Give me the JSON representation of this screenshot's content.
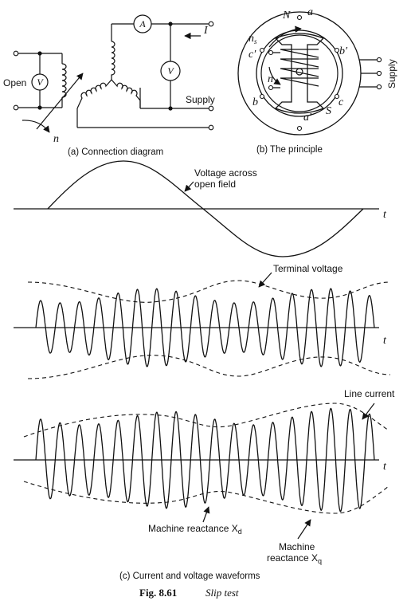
{
  "diagram_a": {
    "open_label": "Open",
    "voltmeter_label": "V",
    "ammeter_label": "A",
    "current_label": "I",
    "supply_label": "Supply",
    "speed_label": "n",
    "caption": "(a) Connection diagram"
  },
  "diagram_b": {
    "north_label": "N",
    "south_label": "S",
    "ns_label": "n",
    "ns_sub": "s",
    "n_label": "n",
    "a_label": "a",
    "a_prime_label": "a′",
    "b_label": "b",
    "b_prime_label": "b′",
    "c_label": "c",
    "c_prime_label": "c′",
    "supply_label": "Supply",
    "caption": "(b) The principle"
  },
  "waveform_top": {
    "annotation_line1": "Voltage across",
    "annotation_line2": "open field",
    "time_label": "t"
  },
  "waveform_mid": {
    "annotation": "Terminal voltage",
    "time_label": "t"
  },
  "waveform_bottom": {
    "annotation_line_current": "Line current",
    "annotation_xd": "Machine reactance X",
    "xd_sub": "d",
    "annotation_xq_line1": "Machine",
    "annotation_xq_line2": "reactance X",
    "xq_sub": "q",
    "time_label": "t"
  },
  "caption_c": "(c) Current and voltage waveforms",
  "figure": {
    "number": "Fig. 8.61",
    "title": "Slip test"
  }
}
